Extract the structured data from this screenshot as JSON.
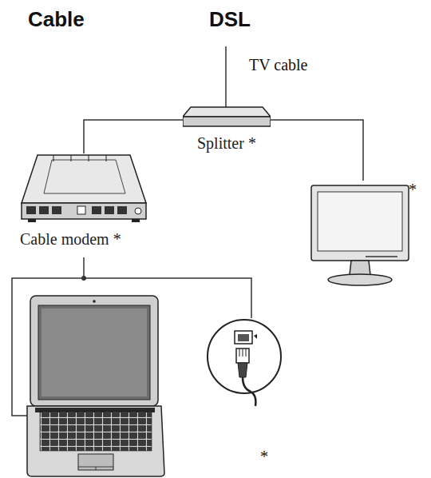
{
  "diagram": {
    "nodes": [
      {
        "text": [
          "Splitter *"
        ]
      },
      {
        "text": [
          "Cable modem *"
        ]
      },
      {
        "text": [
          "*"
        ]
      }
    ],
    "edges": [
      {
        "from": 0,
        "to": 1,
        "arrow": "none"
      },
      {
        "from": 0,
        "to": 2,
        "arrow": "none"
      }
    ],
    "labels": [
      "Cable",
      "DSL",
      "TV cable",
      "*"
    ]
  }
}
